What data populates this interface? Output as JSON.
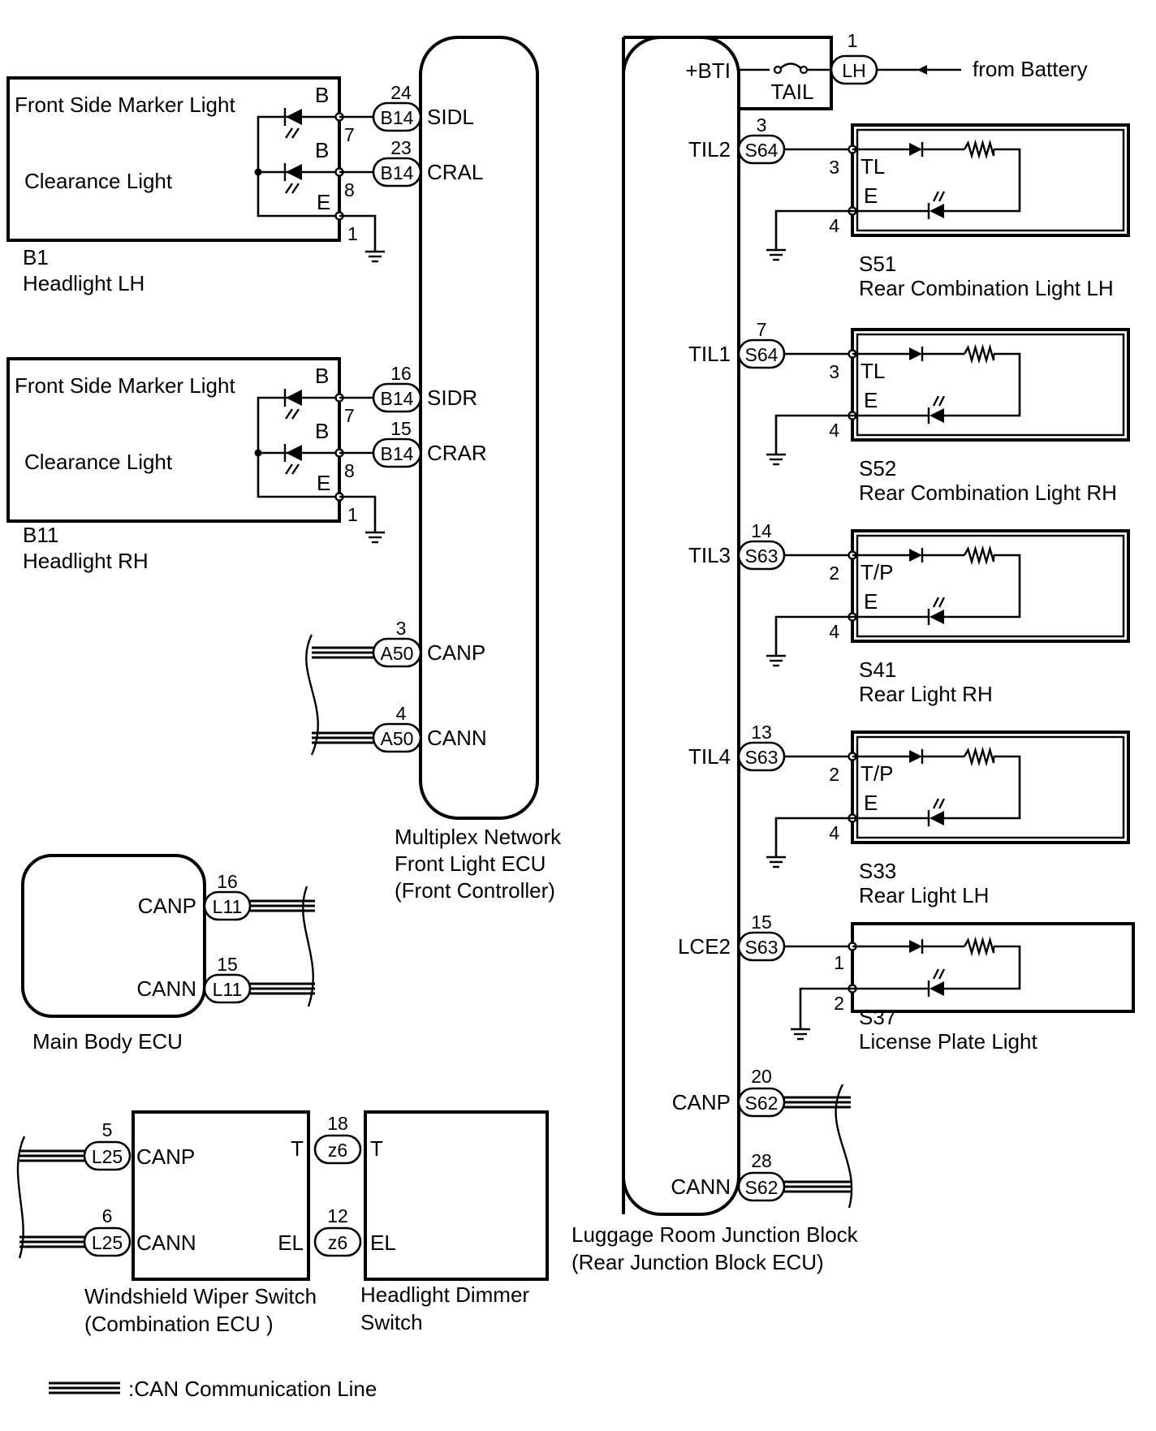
{
  "legend": {
    "label": ":CAN Communication Line"
  },
  "headlight_lh": {
    "code": "B1",
    "name": "Headlight LH",
    "side_marker_label": "Front Side Marker Light",
    "clearance_label": "Clearance Light",
    "term_b1": "B",
    "term_b2": "B",
    "term_e": "E",
    "pin_7": "7",
    "pin_8": "8",
    "pin_1": "1"
  },
  "headlight_rh": {
    "code": "B11",
    "name": "Headlight RH",
    "side_marker_label": "Front Side Marker Light",
    "clearance_label": "Clearance Light",
    "term_b1": "B",
    "term_b2": "B",
    "term_e": "E",
    "pin_7": "7",
    "pin_8": "8",
    "pin_1": "1"
  },
  "front_ecu": {
    "caption_line1": "Multiplex Network",
    "caption_line2": "Front Light ECU",
    "caption_line3": "(Front Controller)",
    "terminals": [
      {
        "name": "SIDL",
        "connector": "B14",
        "pin": "24"
      },
      {
        "name": "CRAL",
        "connector": "B14",
        "pin": "23"
      },
      {
        "name": "SIDR",
        "connector": "B14",
        "pin": "16"
      },
      {
        "name": "CRAR",
        "connector": "B14",
        "pin": "15"
      },
      {
        "name": "CANP",
        "connector": "A50",
        "pin": "3"
      },
      {
        "name": "CANN",
        "connector": "A50",
        "pin": "4"
      }
    ]
  },
  "main_body_ecu": {
    "caption": "Main Body ECU",
    "terminals": [
      {
        "name": "CANP",
        "connector": "L11",
        "pin": "16"
      },
      {
        "name": "CANN",
        "connector": "L11",
        "pin": "15"
      }
    ]
  },
  "wiper_switch": {
    "caption_line1": "Windshield Wiper Switch",
    "caption_line2": "(Combination ECU )",
    "canp": {
      "name": "CANP",
      "connector": "L25",
      "pin": "5"
    },
    "cann": {
      "name": "CANN",
      "connector": "L25",
      "pin": "6"
    },
    "t_label": "T",
    "el_label": "EL"
  },
  "dimmer_switch": {
    "caption_line1": "Headlight Dimmer",
    "caption_line2": "Switch",
    "t_label": "T",
    "el_label": "EL",
    "t_conn": {
      "connector": "z6",
      "pin": "18"
    },
    "el_conn": {
      "connector": "z6",
      "pin": "12"
    }
  },
  "rear_jb": {
    "caption_line1": "Luggage Room Junction Block",
    "caption_line2": "(Rear Junction Block ECU)",
    "bti_label": "+BTI",
    "fuse_label": "TAIL",
    "lh_connector": "LH",
    "lh_pin": "1",
    "battery_label": "from Battery",
    "terminals": [
      {
        "name": "TIL2",
        "connector": "S64",
        "pin": "3"
      },
      {
        "name": "TIL1",
        "connector": "S64",
        "pin": "7"
      },
      {
        "name": "TIL3",
        "connector": "S63",
        "pin": "14"
      },
      {
        "name": "TIL4",
        "connector": "S63",
        "pin": "13"
      },
      {
        "name": "LCE2",
        "connector": "S63",
        "pin": "15"
      },
      {
        "name": "CANP",
        "connector": "S62",
        "pin": "20"
      },
      {
        "name": "CANN",
        "connector": "S62",
        "pin": "28"
      }
    ]
  },
  "rear_lights": [
    {
      "code": "S51",
      "name": "Rear Combination Light LH",
      "in_pin": "3",
      "in_term": "TL",
      "gnd_pin": "4",
      "gnd_term": "E"
    },
    {
      "code": "S52",
      "name": "Rear Combination Light RH",
      "in_pin": "3",
      "in_term": "TL",
      "gnd_pin": "4",
      "gnd_term": "E"
    },
    {
      "code": "S41",
      "name": "Rear Light RH",
      "in_pin": "2",
      "in_term": "T/P",
      "gnd_pin": "4",
      "gnd_term": "E"
    },
    {
      "code": "S33",
      "name": "Rear Light LH",
      "in_pin": "2",
      "in_term": "T/P",
      "gnd_pin": "4",
      "gnd_term": "E"
    },
    {
      "code": "S37",
      "name": "License Plate Light",
      "in_pin": "1",
      "in_term": "",
      "gnd_pin": "2",
      "gnd_term": ""
    }
  ],
  "icons": [
    "ground-icon",
    "led-icon",
    "diode-icon",
    "resistor-icon",
    "fuse-icon",
    "arrow-icon"
  ]
}
